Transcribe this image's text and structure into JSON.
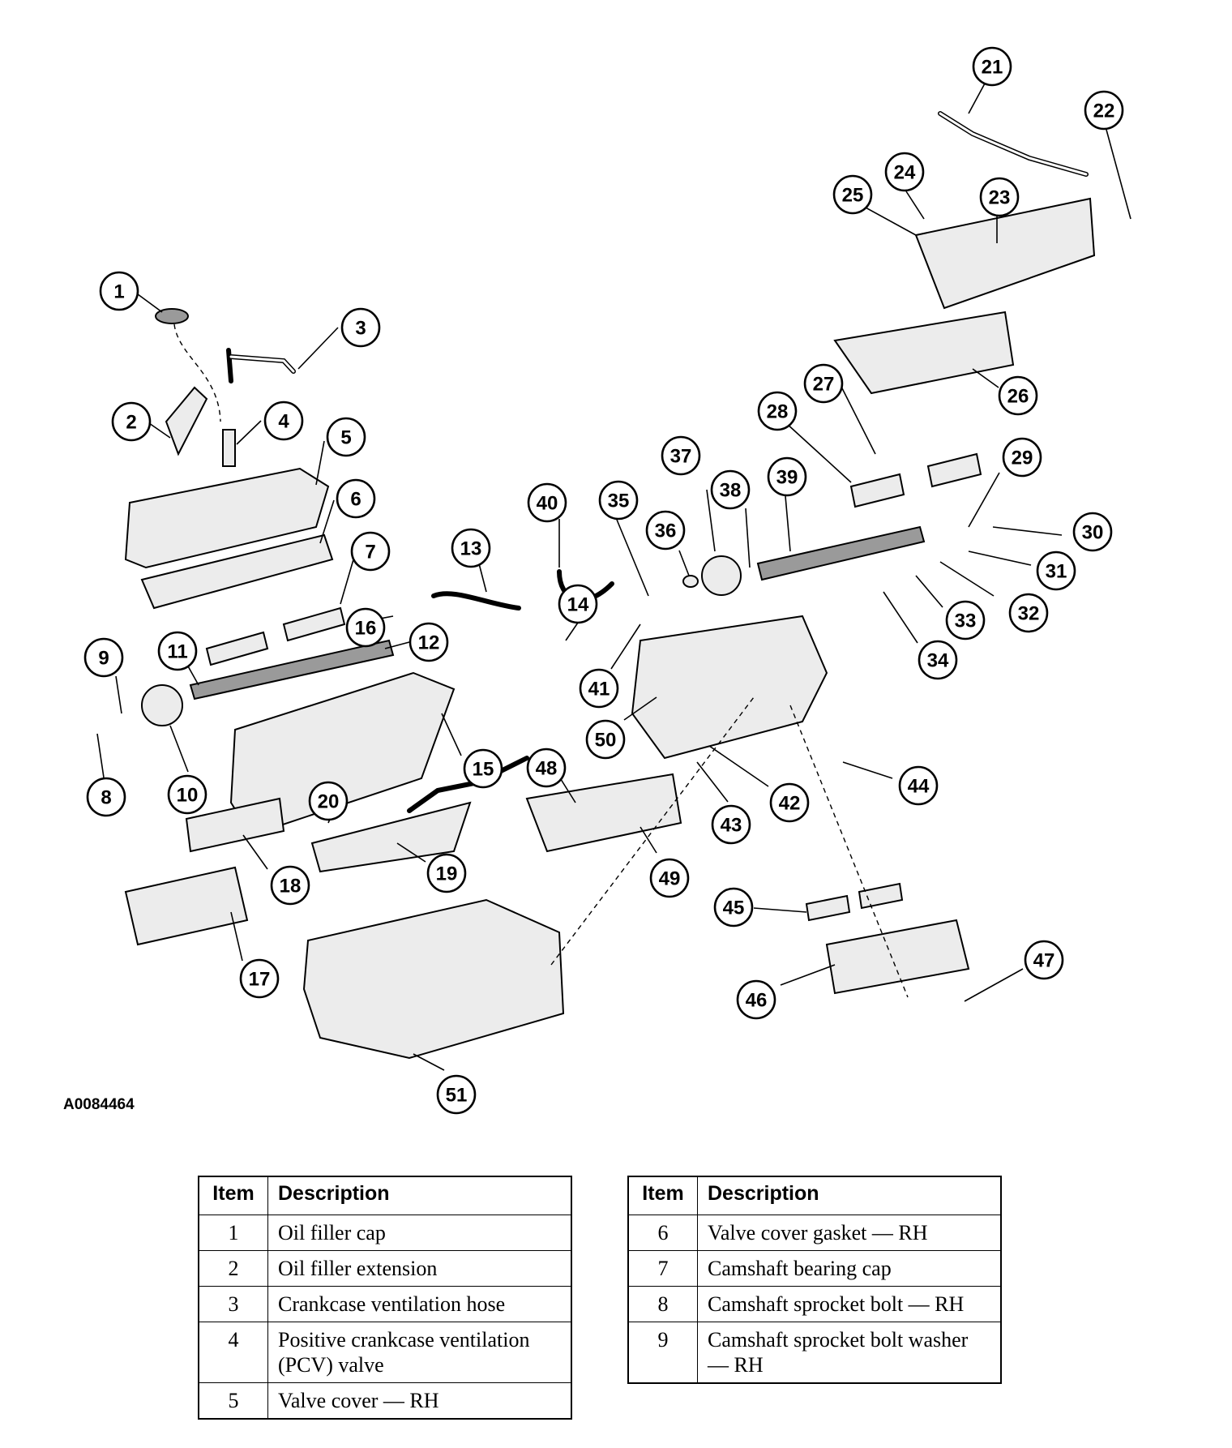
{
  "figure_id": "A0084464",
  "callouts": [
    "1",
    "2",
    "3",
    "4",
    "5",
    "6",
    "7",
    "8",
    "9",
    "10",
    "11",
    "12",
    "13",
    "14",
    "15",
    "16",
    "17",
    "18",
    "19",
    "20",
    "21",
    "22",
    "23",
    "24",
    "25",
    "26",
    "27",
    "28",
    "29",
    "30",
    "31",
    "32",
    "33",
    "34",
    "35",
    "36",
    "37",
    "38",
    "39",
    "40",
    "41",
    "42",
    "43",
    "44",
    "45",
    "46",
    "47",
    "48",
    "49",
    "50",
    "51"
  ],
  "legend_left": {
    "headers": [
      "Item",
      "Description"
    ],
    "rows": [
      {
        "item": "1",
        "desc": "Oil filler cap"
      },
      {
        "item": "2",
        "desc": "Oil filler extension"
      },
      {
        "item": "3",
        "desc": "Crankcase ventilation hose"
      },
      {
        "item": "4",
        "desc": "Positive crankcase ventilation (PCV) valve"
      },
      {
        "item": "5",
        "desc": "Valve cover — RH"
      }
    ]
  },
  "legend_right": {
    "headers": [
      "Item",
      "Description"
    ],
    "rows": [
      {
        "item": "6",
        "desc": "Valve cover gasket — RH"
      },
      {
        "item": "7",
        "desc": "Camshaft bearing cap"
      },
      {
        "item": "8",
        "desc": "Camshaft sprocket bolt — RH"
      },
      {
        "item": "9",
        "desc": "Camshaft sprocket bolt washer — RH"
      }
    ]
  }
}
